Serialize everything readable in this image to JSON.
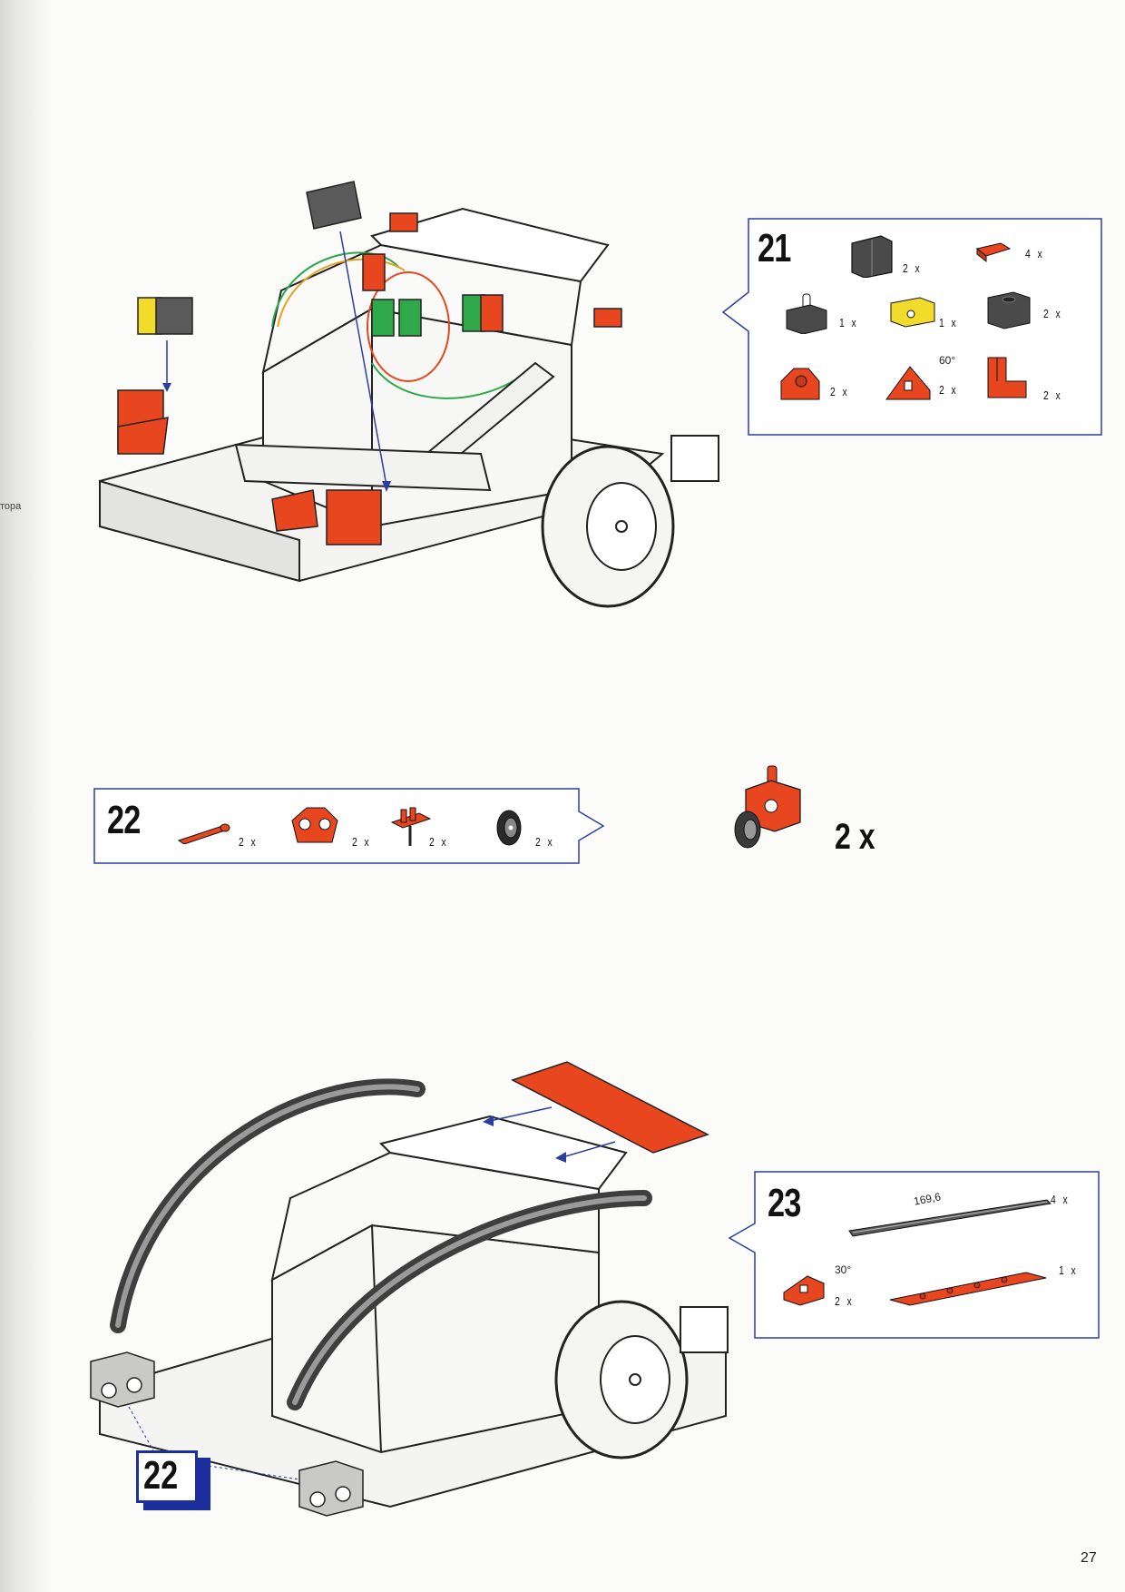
{
  "margin_note": "тора",
  "page_number": "27",
  "colors": {
    "accent_red": "#e8461e",
    "frame_blue": "#2b3e9e",
    "part_gray": "#5a5a5a",
    "part_yellow": "#f1dc2b",
    "wire_green": "#2fa84a"
  },
  "steps": {
    "s21": {
      "number": "21",
      "parts": [
        {
          "icon": "flat-building-block-icon",
          "qty": "2 x"
        },
        {
          "icon": "red-mini-plate-icon",
          "qty": "4 x"
        },
        {
          "icon": "push-button-switch-icon",
          "qty": "1 x"
        },
        {
          "icon": "yellow-block-icon",
          "qty": "1 x"
        },
        {
          "icon": "gray-cube-block-icon",
          "qty": "2 x"
        },
        {
          "icon": "red-angle-block-icon",
          "qty": "2 x"
        },
        {
          "icon": "red-wedge-60-icon",
          "qty": "2 x",
          "angle": "60°"
        },
        {
          "icon": "red-l-bracket-icon",
          "qty": "2 x"
        }
      ]
    },
    "s22": {
      "number": "22",
      "parts": [
        {
          "icon": "red-axle-icon",
          "qty": "2 x"
        },
        {
          "icon": "red-hinge-joint-icon",
          "qty": "2 x"
        },
        {
          "icon": "red-axle-holder-icon",
          "qty": "2 x"
        },
        {
          "icon": "black-wheel-icon",
          "qty": "2 x"
        }
      ],
      "result_qty": "2 x"
    },
    "s23": {
      "number": "23",
      "parts": [
        {
          "icon": "gray-strut-icon",
          "qty": "4 x",
          "dimension": "169,6"
        },
        {
          "icon": "red-wedge-30-icon",
          "qty": "2 x",
          "angle": "30°"
        },
        {
          "icon": "red-long-plate-icon",
          "qty": "1 x"
        }
      ]
    },
    "badge": {
      "number": "22"
    }
  }
}
